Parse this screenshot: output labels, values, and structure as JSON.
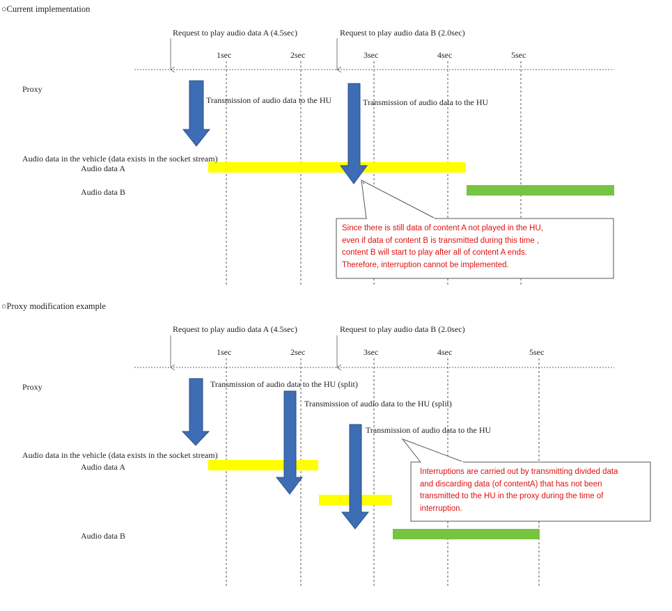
{
  "colors": {
    "arrow_fill": "#3d6db4",
    "arrow_stroke": "#2a4f8a",
    "audio_a": "#ffff00",
    "audio_b": "#76c442",
    "callout_text": "#e01010",
    "grid_line": "#555555"
  },
  "current": {
    "title": "○Current implementation",
    "request_a": "Request to play audio data A (4.5sec)",
    "request_b": "Request to play audio data B (2.0sec)",
    "ticks": [
      "1sec",
      "2sec",
      "3sec",
      "4sec",
      "5sec"
    ],
    "proxy_label": "Proxy",
    "transmit_1": "Transmission of audio data to the HU",
    "transmit_2": "Transmission of audio data to the HU",
    "vehicle_label": "Audio data in the vehicle (data exists in the socket stream)",
    "audio_a_label": "Audio data A",
    "audio_b_label": "Audio data B",
    "callout_lines": [
      "Since there is  still  data of content A not played  in the HU,",
      "even if data of content B is transmitted during this time ,",
      "content B will start to play after  all of content A ends.",
      "Therefore, interruption cannot be implemented."
    ]
  },
  "modified": {
    "title": "○Proxy modification example",
    "request_a": "Request to play audio data A (4.5sec)",
    "request_b": "Request to play audio data B (2.0sec)",
    "ticks": [
      "1sec",
      "2sec",
      "3sec",
      "4sec",
      "5sec"
    ],
    "proxy_label": "Proxy",
    "transmit_1": "Transmission of audio data to the HU (split)",
    "transmit_2": "Transmission of audio data to the HU (split)",
    "transmit_3": "Transmission of audio data to the HU",
    "vehicle_label": "Audio data in the vehicle (data exists in the socket stream)",
    "audio_a_label": "Audio data A",
    "audio_b_label": "Audio data B",
    "callout_lines": [
      "Interruptions are carried out by transmitting divided data",
      "and discarding data  (of contentA) that has not been",
      "transmitted to the HU in the proxy during the time of",
      "interruption."
    ]
  }
}
